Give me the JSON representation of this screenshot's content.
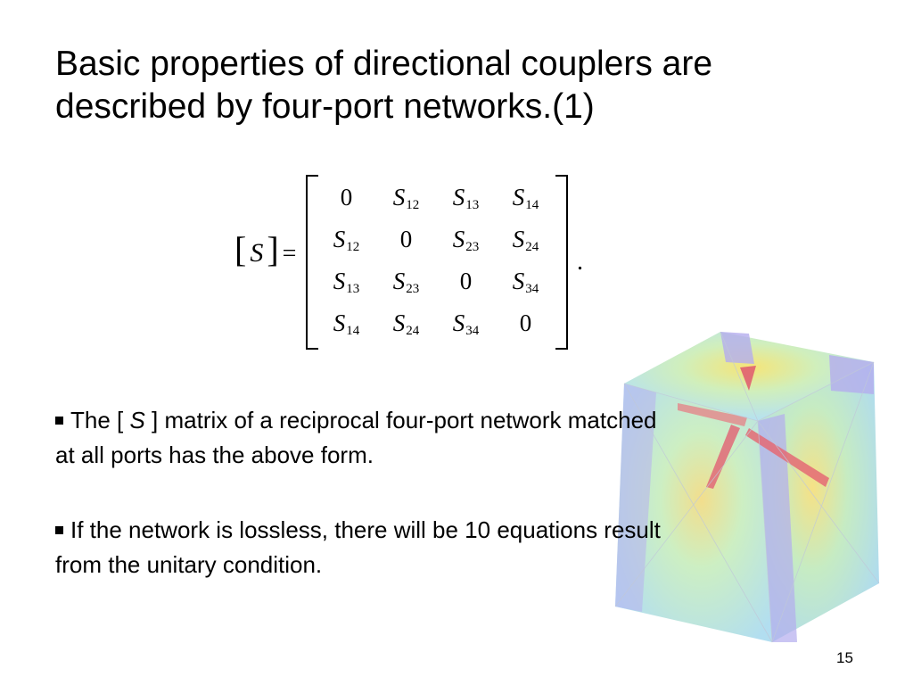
{
  "title": {
    "line1": "Basic properties of directional couplers are",
    "line2": "described by four-port networks.(1)"
  },
  "equation": {
    "lhs_open": "[",
    "lhs_symbol": "S",
    "lhs_close": "]",
    "equals": "=",
    "period": ".",
    "matrix": [
      [
        {
          "v": "0",
          "s": ""
        },
        {
          "v": "S",
          "s": "12"
        },
        {
          "v": "S",
          "s": "13"
        },
        {
          "v": "S",
          "s": "14"
        }
      ],
      [
        {
          "v": "S",
          "s": "12"
        },
        {
          "v": "0",
          "s": ""
        },
        {
          "v": "S",
          "s": "23"
        },
        {
          "v": "S",
          "s": "24"
        }
      ],
      [
        {
          "v": "S",
          "s": "13"
        },
        {
          "v": "S",
          "s": "23"
        },
        {
          "v": "0",
          "s": ""
        },
        {
          "v": "S",
          "s": "34"
        }
      ],
      [
        {
          "v": "S",
          "s": "14"
        },
        {
          "v": "S",
          "s": "24"
        },
        {
          "v": "S",
          "s": "34"
        },
        {
          "v": "0",
          "s": ""
        }
      ]
    ]
  },
  "bullets": [
    {
      "line1_pre": "The [ ",
      "line1_sym": "S",
      "line1_post": " ] matrix of a reciprocal four-port network matched",
      "line2": "at all ports has the above form."
    },
    {
      "line1": "If the network is lossless, there will be 10 equations result",
      "line2": "from the unitary condition."
    }
  ],
  "page_number": "15",
  "colors": {
    "cube_base": "#a8d8f0",
    "cube_green": "#b8e6b0",
    "cube_yellow": "#eef0a0",
    "cube_red": "#e0606a",
    "cube_violet": "#b0a8ec"
  }
}
